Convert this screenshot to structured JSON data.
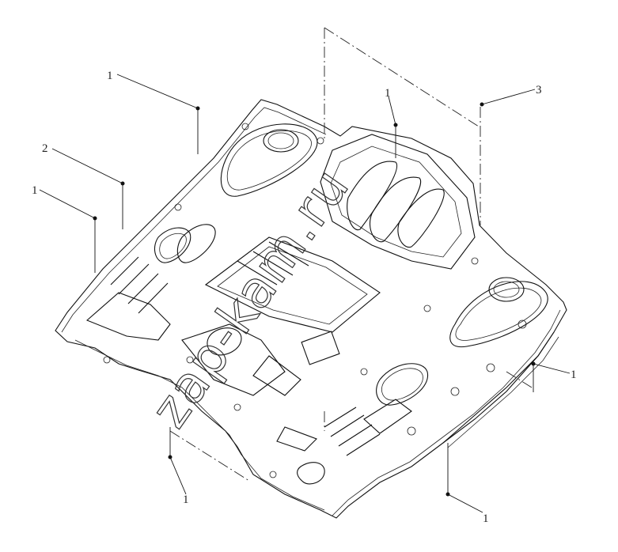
{
  "callouts": {
    "c1_topleft": "1",
    "c2_left": "2",
    "c1_left": "1",
    "c1_topcenter": "1",
    "c3_topright": "3",
    "c1_right": "1",
    "c1_bottomleft": "1",
    "c1_bottomright": "1"
  },
  "watermark": "zap-kam.ru"
}
